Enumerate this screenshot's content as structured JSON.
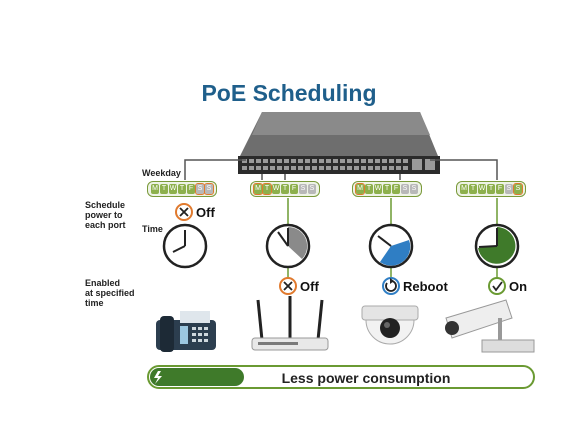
{
  "title": "PoE Scheduling",
  "labels": {
    "weekday": "Weekday",
    "schedule": [
      "Schedule",
      "power to",
      "each port"
    ],
    "time": "Time",
    "enabled": [
      "Enabled",
      "at specified",
      "time"
    ]
  },
  "weekday_letters": [
    "M",
    "T",
    "W",
    "T",
    "F",
    "S",
    "S"
  ],
  "ports": [
    {
      "status": ""
    },
    {
      "status": "Off"
    },
    {
      "status": "Reboot"
    },
    {
      "status": "On"
    }
  ],
  "port1_status": "Off",
  "banner": {
    "text": "Less power consumption"
  },
  "colors": {
    "title": "#1f5f8b",
    "green": "#6a9a32",
    "orange": "#e07a2e",
    "blue": "#2f7ec4",
    "gray": "#7a7a7a"
  }
}
